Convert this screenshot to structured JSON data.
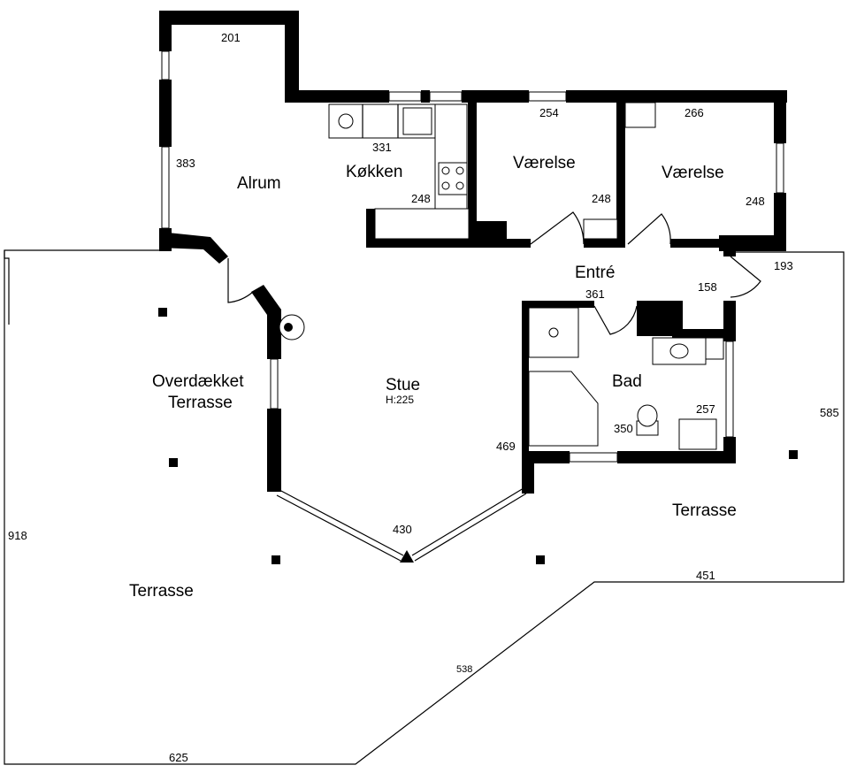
{
  "rooms": {
    "alrum": "Alrum",
    "kokken": "Køkken",
    "vaerelse1": "Værelse",
    "vaerelse2": "Værelse",
    "entre": "Entré",
    "stue": "Stue",
    "stue_height": "H:225",
    "bad": "Bad",
    "overdaekket_line1": "Overdække̲t",
    "overdaekket_line2": "Terrasse",
    "terrasse_left": "Terrasse",
    "terrasse_right": "Terrasse"
  },
  "dimensions": {
    "d201": "201",
    "d383": "383",
    "d331": "331",
    "d248_kitchen": "248",
    "d254": "254",
    "d248_room1": "248",
    "d266": "266",
    "d248_room2": "248",
    "d193": "193",
    "d158": "158",
    "d361": "361",
    "d585": "585",
    "d257": "257",
    "d350": "350",
    "d469": "469",
    "d430": "430",
    "d918": "918",
    "d451": "451",
    "d538": "538",
    "d625": "625"
  }
}
